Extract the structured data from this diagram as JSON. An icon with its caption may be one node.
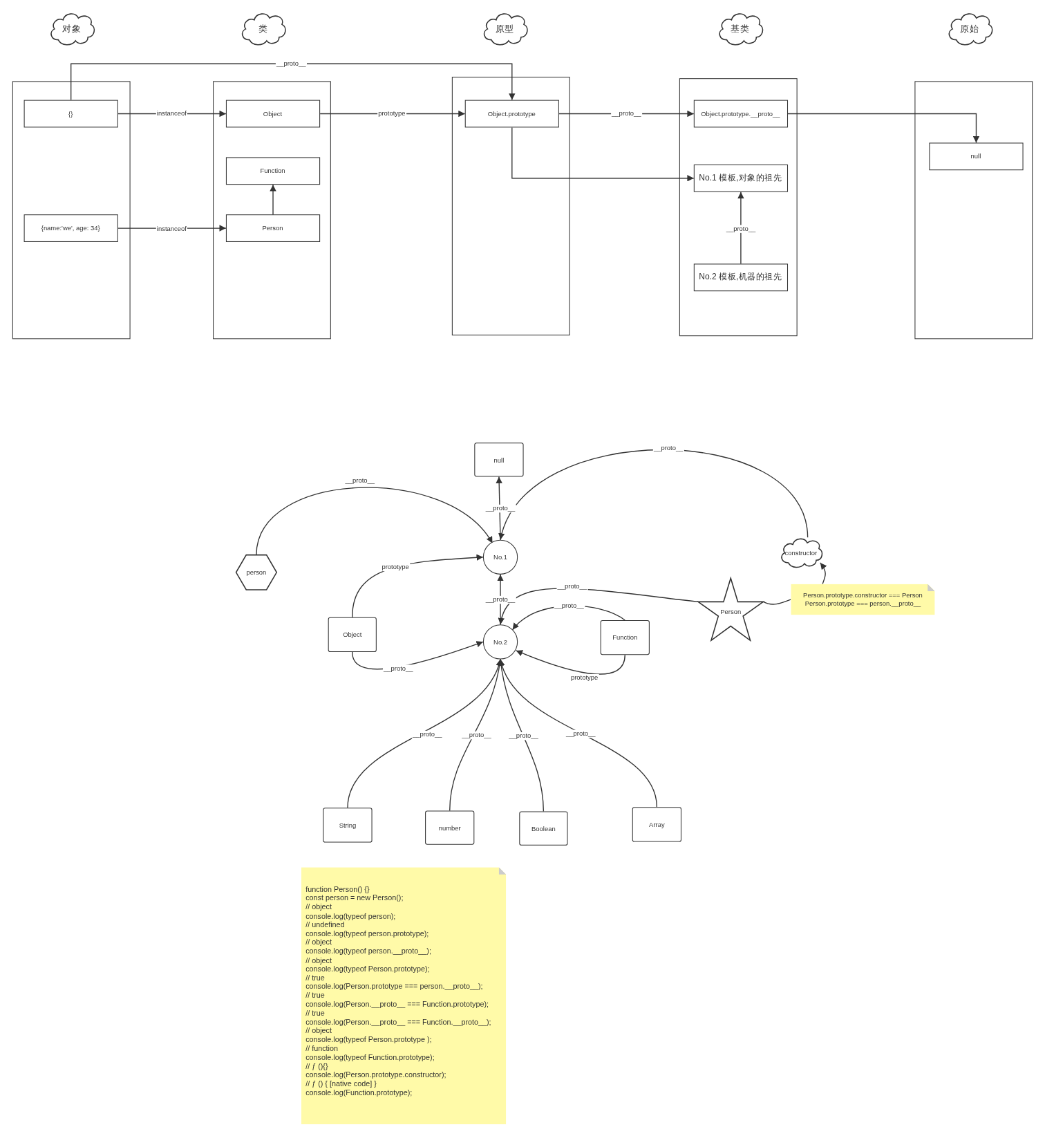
{
  "diagram": {
    "nodes": [
      {
        "text": [
          "对象"
        ]
      },
      {
        "text": [
          "类"
        ]
      },
      {
        "text": [
          "原型"
        ]
      },
      {
        "text": [
          "基类"
        ]
      },
      {
        "text": [
          "原始"
        ]
      },
      {
        "text": [],
        "shape": "box"
      },
      {
        "text": [
          "{}"
        ],
        "in": 5
      },
      {
        "text": [
          "{name:'we', age: 34}"
        ],
        "in": 5
      },
      {
        "text": [],
        "shape": "box"
      },
      {
        "text": [
          "Object"
        ],
        "in": 8
      },
      {
        "text": [
          "Function"
        ],
        "in": 8
      },
      {
        "text": [
          "Person"
        ],
        "in": 8
      },
      {
        "text": [],
        "shape": "box"
      },
      {
        "text": [
          "Object.prototype"
        ],
        "in": 12
      },
      {
        "text": [],
        "shape": "box"
      },
      {
        "text": [
          "Object.prototype.__proto__"
        ],
        "in": 14
      },
      {
        "text": [
          "No.1 模板,对象的祖先"
        ],
        "in": 14
      },
      {
        "text": [
          "No.2 模板,机器的祖先"
        ],
        "in": 14
      },
      {
        "text": [],
        "shape": "box"
      },
      {
        "text": [
          "null"
        ],
        "in": 18
      },
      {
        "text": [
          "null"
        ]
      },
      {
        "text": [
          "person"
        ]
      },
      {
        "text": [
          "No.1"
        ]
      },
      {
        "text": [
          "constructor"
        ]
      },
      {
        "text": [
          "Object"
        ]
      },
      {
        "text": [
          "Function"
        ]
      },
      {
        "text": [
          "No.2"
        ]
      },
      {
        "text": [
          "Person"
        ]
      },
      {
        "text": [
          "Person.prototype.constructor === Person",
          "Person.prototype === person.__proto__"
        ]
      },
      {
        "text": [
          "String"
        ]
      },
      {
        "text": [
          "number"
        ]
      },
      {
        "text": [
          "Boolean"
        ]
      },
      {
        "text": [
          "Array"
        ]
      },
      {
        "text": [
          "function Person() {}",
          "const person = new Person();",
          "// object",
          "console.log(typeof person);",
          "// undefined",
          "console.log(typeof person.prototype);",
          "// object",
          "console.log(typeof person.__proto__);",
          "// object",
          "console.log(typeof Person.prototype);",
          "// true",
          "console.log(Person.prototype === person.__proto__);",
          "// true",
          "console.log(Person.__proto__ === Function.prototype);",
          "// true",
          "console.log(Person.__proto__ === Function.__proto__);",
          "// object",
          "console.log(typeof Person.prototype );",
          "// function",
          "console.log(typeof Function.prototype);",
          "// ƒ (){}",
          "console.log(Person.prototype.constructor);",
          "// ƒ () { [native code] }",
          "console.log(Function.prototype);"
        ]
      }
    ],
    "edges": [
      {
        "from": 6,
        "to": 13,
        "arrow": "to",
        "label": "__proto__"
      },
      {
        "from": 6,
        "to": 9,
        "arrow": "to",
        "label": "instanceof"
      },
      {
        "from": 9,
        "to": 13,
        "arrow": "to",
        "label": "prototype"
      },
      {
        "from": 7,
        "to": 11,
        "arrow": "to",
        "label": "instanceof"
      },
      {
        "from": 11,
        "to": 10,
        "arrow": "to"
      },
      {
        "from": 13,
        "to": 15,
        "arrow": "to",
        "label": "__proto__"
      },
      {
        "from": 13,
        "to": 16,
        "arrow": "to"
      },
      {
        "from": 15,
        "to": 19,
        "arrow": "to"
      },
      {
        "from": 17,
        "to": 16,
        "arrow": "to",
        "label": "__proto__"
      },
      {
        "from": 21,
        "to": 22,
        "arrow": "to",
        "label": "__proto__"
      },
      {
        "from": 22,
        "to": 20,
        "arrow": "to",
        "label": "__proto__"
      },
      {
        "from": 23,
        "to": 22,
        "arrow": "to",
        "label": "__proto__"
      },
      {
        "from": 24,
        "to": 22,
        "arrow": "to",
        "label": "prototype"
      },
      {
        "from": 24,
        "to": 26,
        "arrow": "to",
        "label": "__proto__"
      },
      {
        "from": 26,
        "to": 22,
        "arrow": "to",
        "label": "__proto__"
      },
      {
        "from": 27,
        "to": 26,
        "arrow": "to",
        "label": "__proto__"
      },
      {
        "from": 25,
        "to": 26,
        "arrow": "to",
        "label": "__proto__"
      },
      {
        "from": 25,
        "to": 26,
        "arrow": "to",
        "label": "prototype"
      },
      {
        "from": 27,
        "to": 28,
        "arrow": "none"
      },
      {
        "from": 28,
        "to": 23,
        "arrow": "to"
      },
      {
        "from": 29,
        "to": 26,
        "arrow": "to",
        "label": "__proto__"
      },
      {
        "from": 30,
        "to": 26,
        "arrow": "to",
        "label": "__proto__"
      },
      {
        "from": 31,
        "to": 26,
        "arrow": "to",
        "label": "__proto__"
      },
      {
        "from": 32,
        "to": 26,
        "arrow": "to",
        "label": "__proto__"
      }
    ]
  }
}
